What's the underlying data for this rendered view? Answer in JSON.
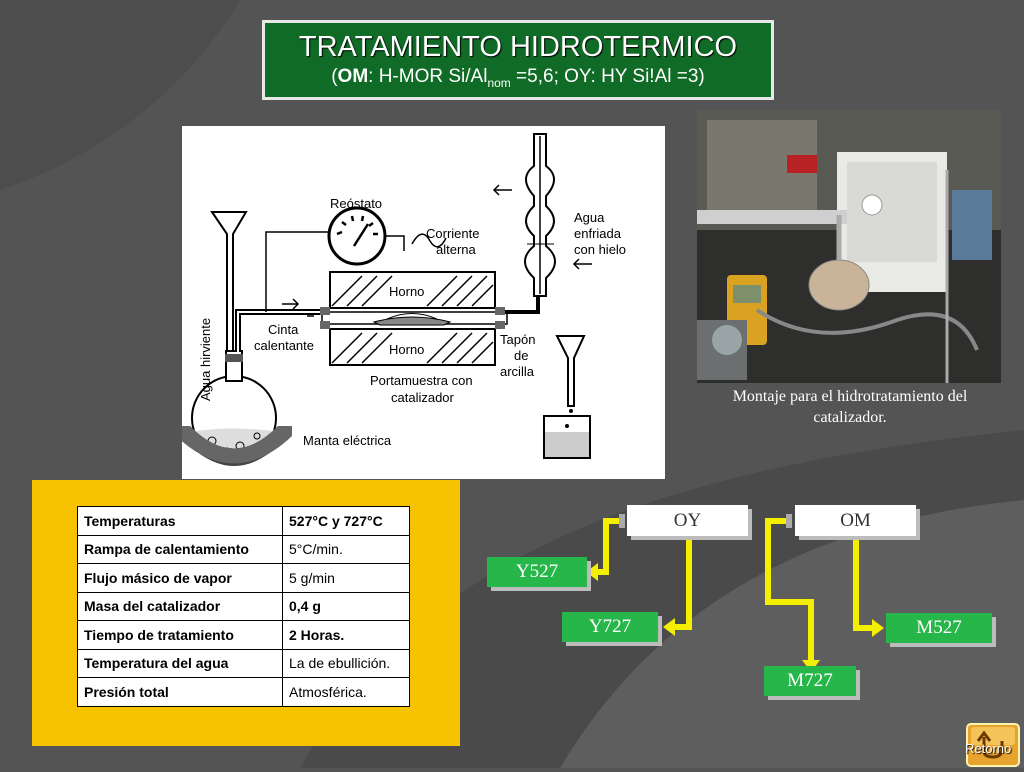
{
  "title": {
    "main": "TRATAMIENTO HIDROTERMICO",
    "sub_open": "(",
    "sub_bold": "OM",
    "sub_part1": ": H-MOR Si/Al",
    "sub_subscript": "nom",
    "sub_part2": " =5,6; OY: HY Si!Al =3)"
  },
  "diagram": {
    "labels": {
      "reostato": "Reóstato",
      "corriente": "Corriente",
      "alterna": "alterna",
      "agua1": "Agua",
      "agua2": "enfriada",
      "agua3": "con hielo",
      "horno_top": "Horno",
      "horno_bottom": "Horno",
      "cinta1": "Cinta",
      "cinta2": "calentante",
      "tapon1": "Tapón",
      "tapon2": "de",
      "tapon3": "arcilla",
      "porta1": "Portamuestra con",
      "porta2": "catalizador",
      "agua_hirviente": "Agua hirviente",
      "manta": "Manta eléctrica"
    }
  },
  "photo": {
    "caption": "Montaje para el hidrotratamiento del catalizador."
  },
  "params": {
    "rows": [
      {
        "key": "Temperaturas",
        "value": "527°C y 727°C"
      },
      {
        "key": "Rampa de calentamiento",
        "value": "5°C/min."
      },
      {
        "key": "Flujo másico de vapor",
        "value": "5 g/min"
      },
      {
        "key": "Masa del catalizador",
        "value": "0,4 g"
      },
      {
        "key": "Tiempo de tratamiento",
        "value": "2 Horas."
      },
      {
        "key": "Temperatura del agua",
        "value": "La de ebullición."
      },
      {
        "key": "Presión total",
        "value": "Atmosférica."
      }
    ]
  },
  "flow": {
    "oy": "OY",
    "om": "OM",
    "y527": "Y527",
    "y727": "Y727",
    "m527": "M527",
    "m727": "M727"
  },
  "nav": {
    "return_label": "Retorno",
    "return_icon": "return-arrow-icon"
  },
  "colors": {
    "title_bg": "#0f6b25",
    "panel_yellow": "#f7c200",
    "flow_green": "#27b64a",
    "arrow_yellow": "#f4ee00"
  }
}
